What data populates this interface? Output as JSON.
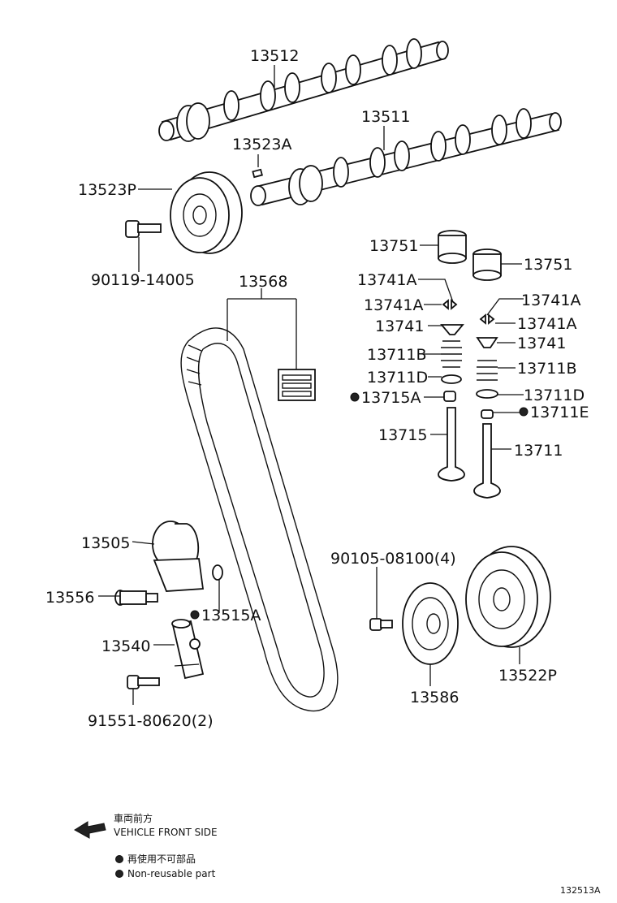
{
  "labels": {
    "p13512": "13512",
    "p13511": "13511",
    "p13523A": "13523A",
    "p13523P": "13523P",
    "p90119": "90119-14005",
    "p13568": "13568",
    "p13751_l": "13751",
    "p13751_r": "13751",
    "p13741A_1": "13741A",
    "p13741A_2": "13741A",
    "p13741A_3": "13741A",
    "p13741A_4": "13741A",
    "p13741_l": "13741",
    "p13741_r": "13741",
    "p13711B_l": "13711B",
    "p13711B_r": "13711B",
    "p13711D_l": "13711D",
    "p13711D_r": "13711D",
    "p13715A": "13715A",
    "p13711E": "13711E",
    "p13715": "13715",
    "p13711": "13711",
    "p13505": "13505",
    "p13556": "13556",
    "p13515A": "13515A",
    "p13540": "13540",
    "p91551": "91551-80620(2)",
    "p90105": "90105-08100(4)",
    "p13586": "13586",
    "p13522P": "13522P"
  },
  "legend": {
    "front_jp": "車両前方",
    "front_en": "VEHICLE FRONT SIDE",
    "nonreuse_jp": "再使用不可部品",
    "nonreuse_en": "Non-reusable part"
  },
  "figure_id": "132513A",
  "colors": {
    "ink": "#111111",
    "paper": "#ffffff"
  }
}
